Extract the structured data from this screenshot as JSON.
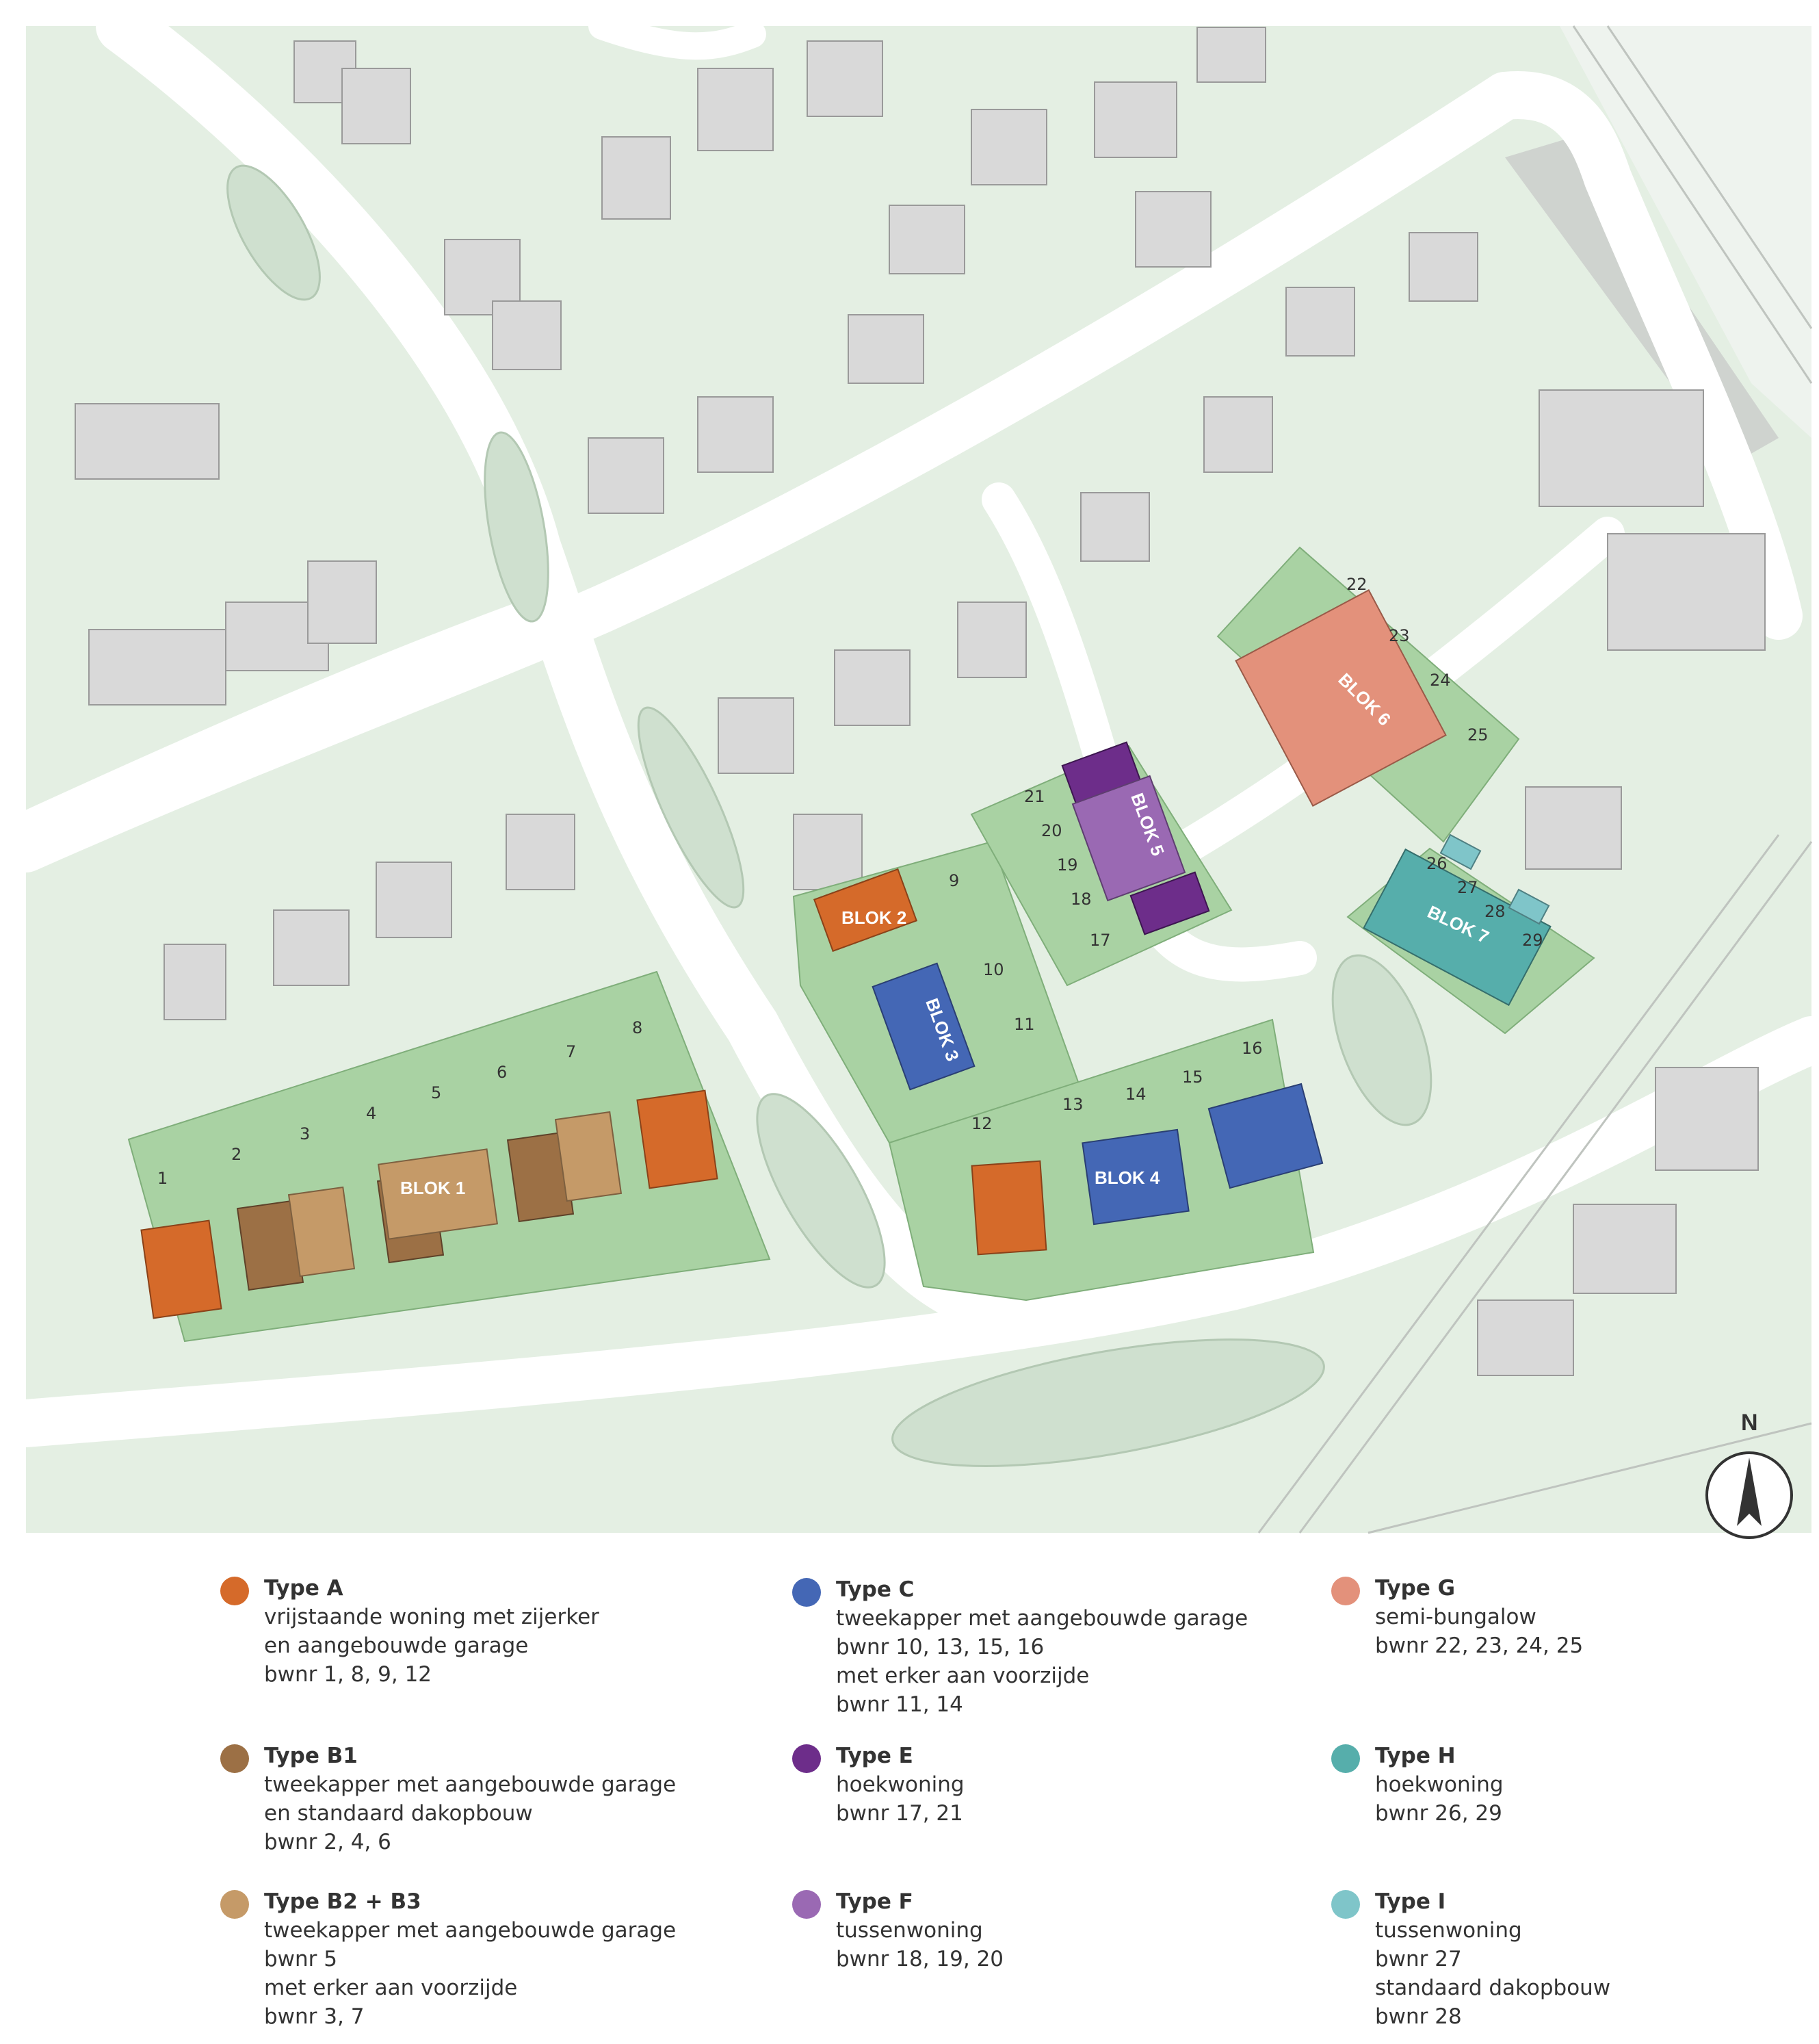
{
  "map": {
    "north_label": "N",
    "blocks": [
      "BLOK 1",
      "BLOK 2",
      "BLOK 3",
      "BLOK 4",
      "BLOK 5",
      "BLOK 6",
      "BLOK 7"
    ],
    "plots": [
      "1",
      "2",
      "3",
      "4",
      "5",
      "6",
      "7",
      "8",
      "9",
      "10",
      "11",
      "12",
      "13",
      "14",
      "15",
      "16",
      "17",
      "18",
      "19",
      "20",
      "21",
      "22",
      "23",
      "24",
      "25",
      "26",
      "27",
      "28",
      "29"
    ]
  },
  "colors": {
    "type_a": "#d56a2a",
    "type_b1": "#9c7045",
    "type_b2": "#c59a68",
    "type_c": "#4467b5",
    "type_e": "#6d2d8a",
    "type_f": "#9a69b3",
    "type_g": "#e3917b",
    "type_h": "#56aeab",
    "type_i": "#7fc5c9",
    "grass": "#e3efe2",
    "plot_green": "#a9d2a3",
    "house_grey": "#d9d9d9"
  },
  "legend": [
    {
      "title": "Type A",
      "lines": [
        "vrijstaande woning met zijerker",
        "en aangebouwde garage",
        "bwnr 1, 8, 9, 12"
      ]
    },
    {
      "title": "Type B1",
      "lines": [
        "tweekapper met aangebouwde garage",
        "en standaard dakopbouw",
        "bwnr 2, 4, 6"
      ]
    },
    {
      "title": "Type B2 + B3",
      "lines": [
        "tweekapper met aangebouwde garage",
        "bwnr 5",
        "met erker aan voorzijde",
        "bwnr 3, 7"
      ]
    },
    {
      "title": "Type C",
      "lines": [
        "tweekapper met aangebouwde garage",
        "bwnr 10, 13, 15, 16",
        "met erker aan voorzijde",
        "bwnr 11, 14"
      ]
    },
    {
      "title": "Type E",
      "lines": [
        "hoekwoning",
        "bwnr 17, 21"
      ]
    },
    {
      "title": "Type F",
      "lines": [
        "tussenwoning",
        "bwnr 18, 19, 20"
      ]
    },
    {
      "title": "Type G",
      "lines": [
        "semi-bungalow",
        "bwnr 22, 23, 24, 25"
      ]
    },
    {
      "title": "Type H",
      "lines": [
        "hoekwoning",
        "bwnr 26, 29"
      ]
    },
    {
      "title": "Type I",
      "lines": [
        "tussenwoning",
        "bwnr 27",
        "standaard dakopbouw",
        "bwnr 28"
      ]
    }
  ]
}
